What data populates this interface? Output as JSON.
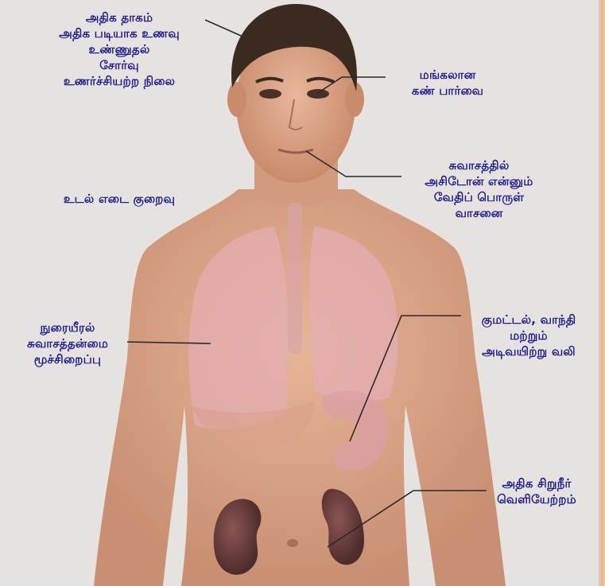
{
  "colors": {
    "background": "#e6e2df",
    "label_text": "#1f1e8e",
    "skin": "#dca78b",
    "hair": "#3b2a20",
    "lungs": "#e3aeb3",
    "kidneys": "#6b3f3e",
    "leader_lines": "#2a2a2a"
  },
  "labels": {
    "thirst": [
      "அதிக தாகம்",
      "அதிக படியாக உணவு",
      "உண்ணுதல்",
      "சோர்வு",
      "உணர்ச்சியற்ற நிலை"
    ],
    "vision": [
      "மங்கலான",
      "கண் பார்வை"
    ],
    "breath": [
      "சுவாசத்தில்",
      "அசிடோன் என்னும்",
      "வேதிப் பொருள்",
      "வாசனை"
    ],
    "weight": [
      "உடல் எடை குறைவு"
    ],
    "lungs": [
      "நுரையீரல்",
      "சுவாசத்தன்மை",
      "மூச்சிறைப்பு"
    ],
    "stomach": [
      "குமட்டல், வாந்தி",
      "மற்றும்",
      "அடிவயிற்று வலி"
    ],
    "urine": [
      "அதிக சிறுநீர்",
      "வெளியேற்றம்"
    ]
  },
  "icons": [
    "human-torso-illustration",
    "lungs-icon",
    "stomach-icon",
    "kidney-icon"
  ]
}
